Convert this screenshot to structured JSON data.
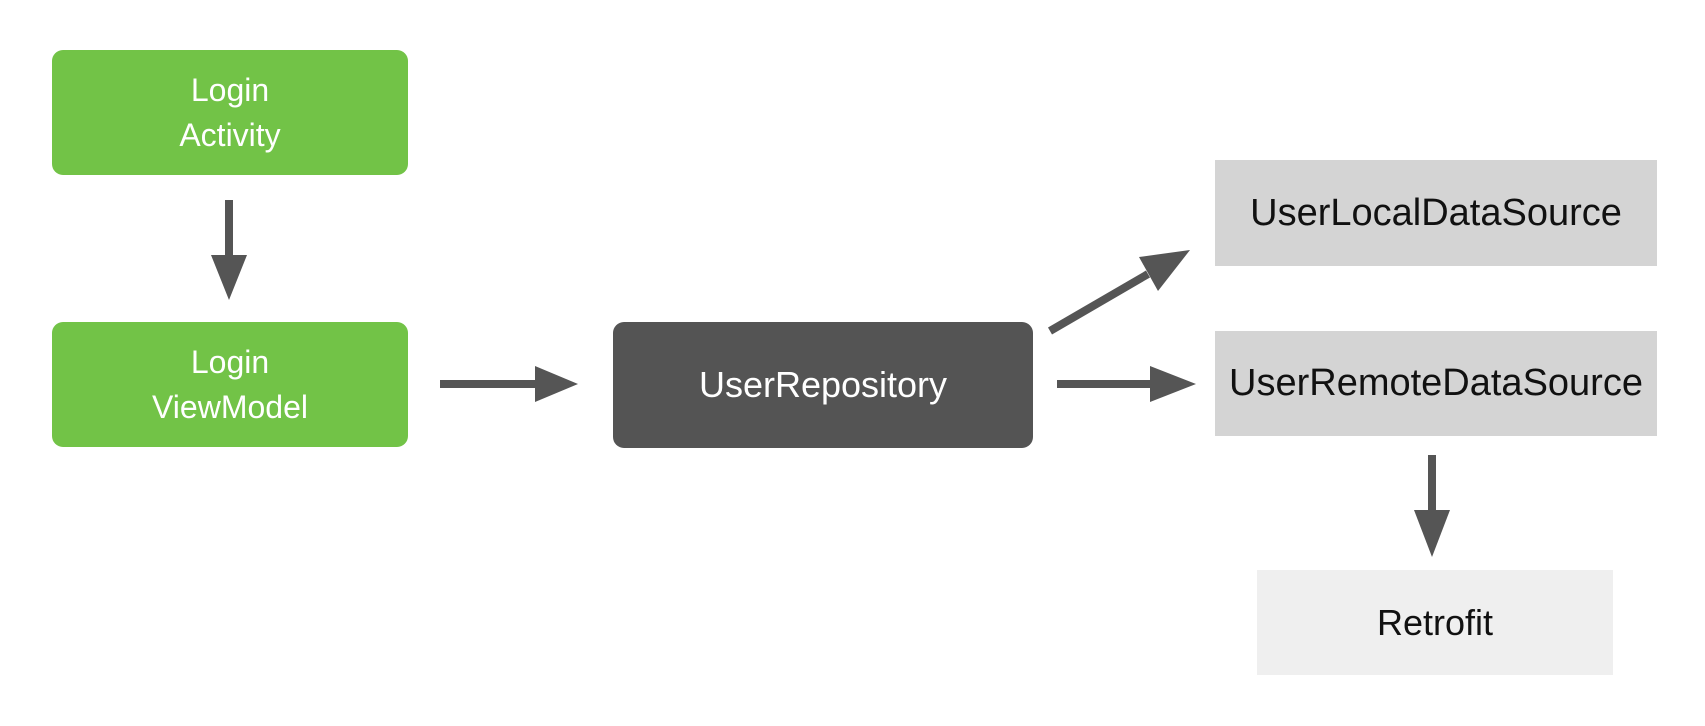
{
  "diagram": {
    "description": "Android app architecture diagram: login UI layer to repository to data sources",
    "nodes": {
      "login_activity": {
        "label_line1": "Login",
        "label_line2": "Activity",
        "role": "view"
      },
      "login_viewmodel": {
        "label_line1": "Login",
        "label_line2": "ViewModel",
        "role": "view"
      },
      "user_repository": {
        "label": "UserRepository",
        "role": "repository"
      },
      "user_local_datasource": {
        "label": "UserLocalDataSource",
        "role": "datasource"
      },
      "user_remote_datasource": {
        "label": "UserRemoteDataSource",
        "role": "datasource"
      },
      "retrofit": {
        "label": "Retrofit",
        "role": "library"
      }
    },
    "edges": [
      {
        "from": "login_activity",
        "to": "login_viewmodel",
        "direction": "down"
      },
      {
        "from": "login_viewmodel",
        "to": "user_repository",
        "direction": "right"
      },
      {
        "from": "user_repository",
        "to": "user_local_datasource",
        "direction": "up-right"
      },
      {
        "from": "user_repository",
        "to": "user_remote_datasource",
        "direction": "right"
      },
      {
        "from": "user_remote_datasource",
        "to": "retrofit",
        "direction": "down"
      }
    ],
    "colors": {
      "view": "#72C347",
      "repository": "#545454",
      "datasource": "#D4D4D4",
      "library": "#EFEFEF",
      "arrow": "#555555",
      "background": "#FFFFFF",
      "text_on_dark": "#FFFFFF",
      "text_on_light": "#111111"
    }
  }
}
